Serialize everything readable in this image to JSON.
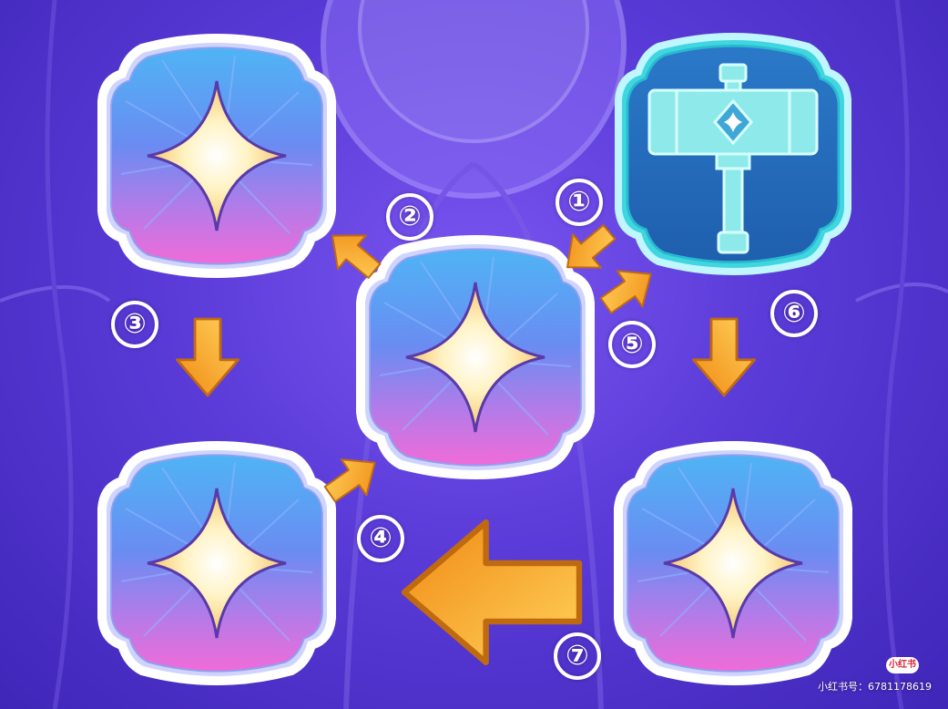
{
  "board": {
    "tiles": [
      {
        "id": "top-left",
        "kind": "star"
      },
      {
        "id": "center",
        "kind": "star"
      },
      {
        "id": "top-right",
        "kind": "hammer"
      },
      {
        "id": "bottom-left",
        "kind": "star"
      },
      {
        "id": "bottom-right",
        "kind": "star"
      }
    ],
    "steps": [
      {
        "label": "①"
      },
      {
        "label": "②"
      },
      {
        "label": "③"
      },
      {
        "label": "④"
      },
      {
        "label": "⑤"
      },
      {
        "label": "⑥"
      },
      {
        "label": "⑦"
      }
    ]
  },
  "colors": {
    "background": "#5a3bd8",
    "tile_frame": "#dfe3ff",
    "hammer_frame": "#28c6d6",
    "arrow": "#f5a623",
    "star": "#fff2c0"
  },
  "icons": {
    "star_tile": "sparkle-star-icon",
    "hammer_tile": "hammer-icon",
    "arrow": "orange-arrow-icon"
  },
  "watermark": {
    "logo": "小红书",
    "text": "小红书号：6781178619"
  }
}
